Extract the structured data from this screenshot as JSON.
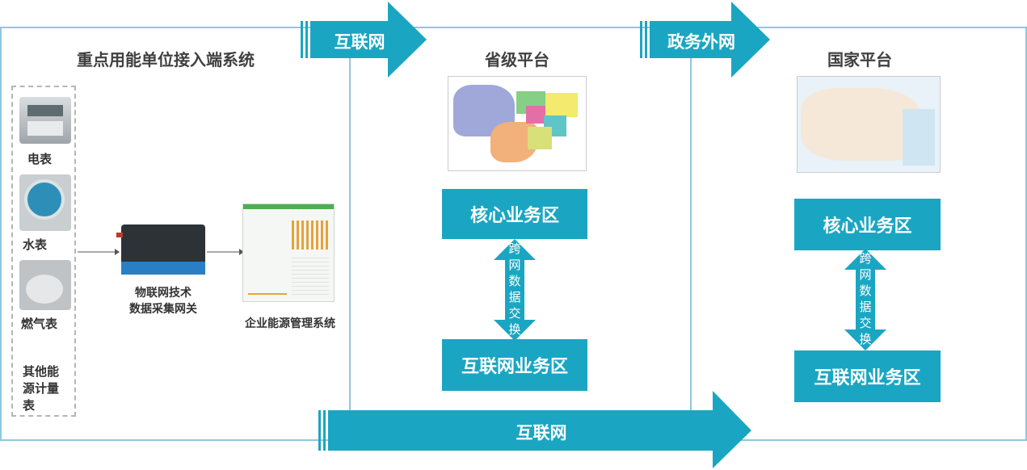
{
  "panels": {
    "enterprise": {
      "title": "重点用能单位接入端系统",
      "meters": [
        "电表",
        "水表",
        "燃气表"
      ],
      "other_meter": [
        "其他能",
        "源计量",
        "表"
      ],
      "gateway": [
        "物联网技术",
        "数据采集网关"
      ],
      "ems": "企业能源管理系统"
    },
    "provincial": {
      "title": "省级平台",
      "core_zone": "核心业务区",
      "internet_zone": "互联网业务区",
      "exchange": [
        "跨",
        "网",
        "数",
        "据",
        "交",
        "换"
      ]
    },
    "national": {
      "title": "国家平台",
      "core_zone": "核心业务区",
      "internet_zone": "互联网业务区",
      "exchange": [
        "跨",
        "网",
        "数",
        "据",
        "交",
        "换"
      ]
    }
  },
  "arrows": {
    "top_left": "互联网",
    "top_right": "政务外网",
    "bottom": "互联网"
  },
  "colors": {
    "accent": "#1aa6c2",
    "border": "#8fc8dd",
    "text": "#404040"
  }
}
